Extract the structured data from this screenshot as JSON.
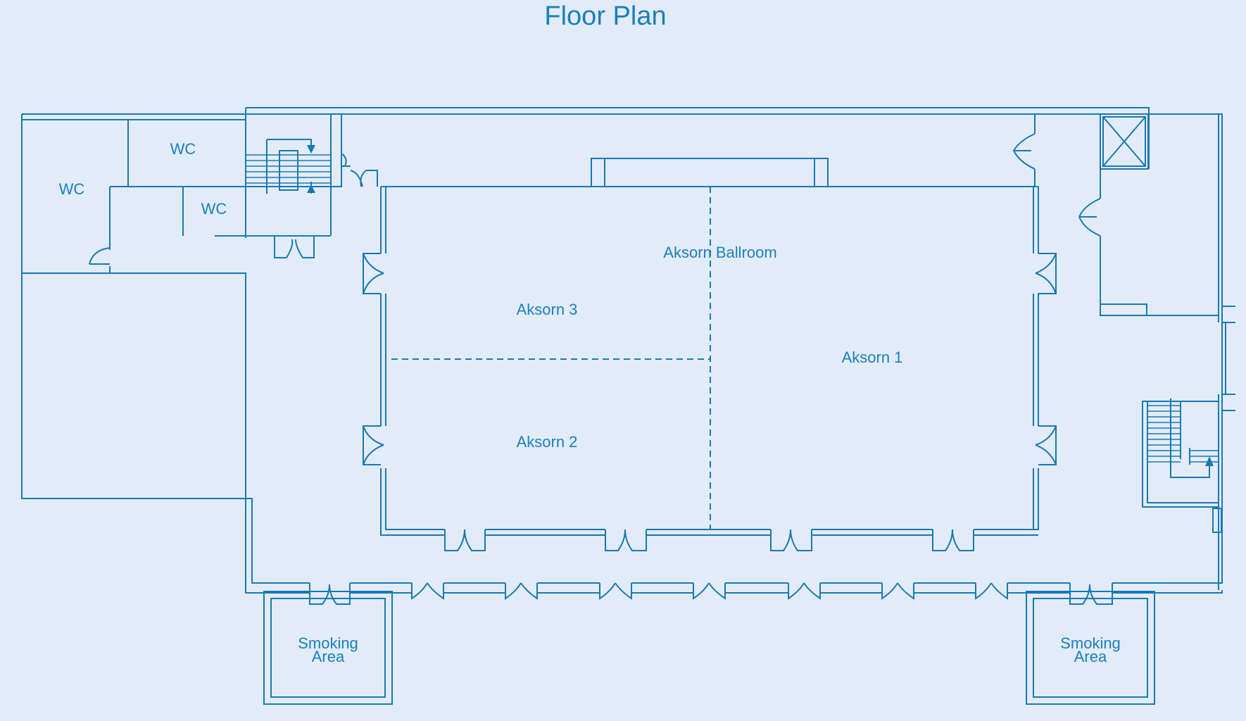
{
  "title": "Floor Plan",
  "rooms": {
    "wc_1": "WC",
    "wc_2": "WC",
    "wc_3": "WC",
    "ballroom": "Aksorn Ballroom",
    "aksorn_1": "Aksorn 1",
    "aksorn_2": "Aksorn 2",
    "aksorn_3": "Aksorn 3",
    "smoking_left": [
      "Smoking",
      "Area"
    ],
    "smoking_right": [
      "Smoking",
      "Area"
    ]
  },
  "colors": {
    "background": "#e2ecf8",
    "line": "#1a78b4",
    "text": "#1a7fbe"
  }
}
